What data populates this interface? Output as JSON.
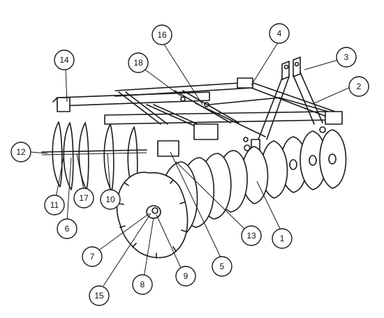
{
  "callouts": [
    {
      "label": "1"
    },
    {
      "label": "2"
    },
    {
      "label": "3"
    },
    {
      "label": "4"
    },
    {
      "label": "5"
    },
    {
      "label": "6"
    },
    {
      "label": "7"
    },
    {
      "label": "8"
    },
    {
      "label": "9"
    },
    {
      "label": "10"
    },
    {
      "label": "11"
    },
    {
      "label": "12"
    },
    {
      "label": "13"
    },
    {
      "label": "14"
    },
    {
      "label": "15"
    },
    {
      "label": "16"
    },
    {
      "label": "17"
    },
    {
      "label": "18"
    }
  ],
  "colors": {
    "ink": "#1a1a1a",
    "background": "#ffffff"
  }
}
